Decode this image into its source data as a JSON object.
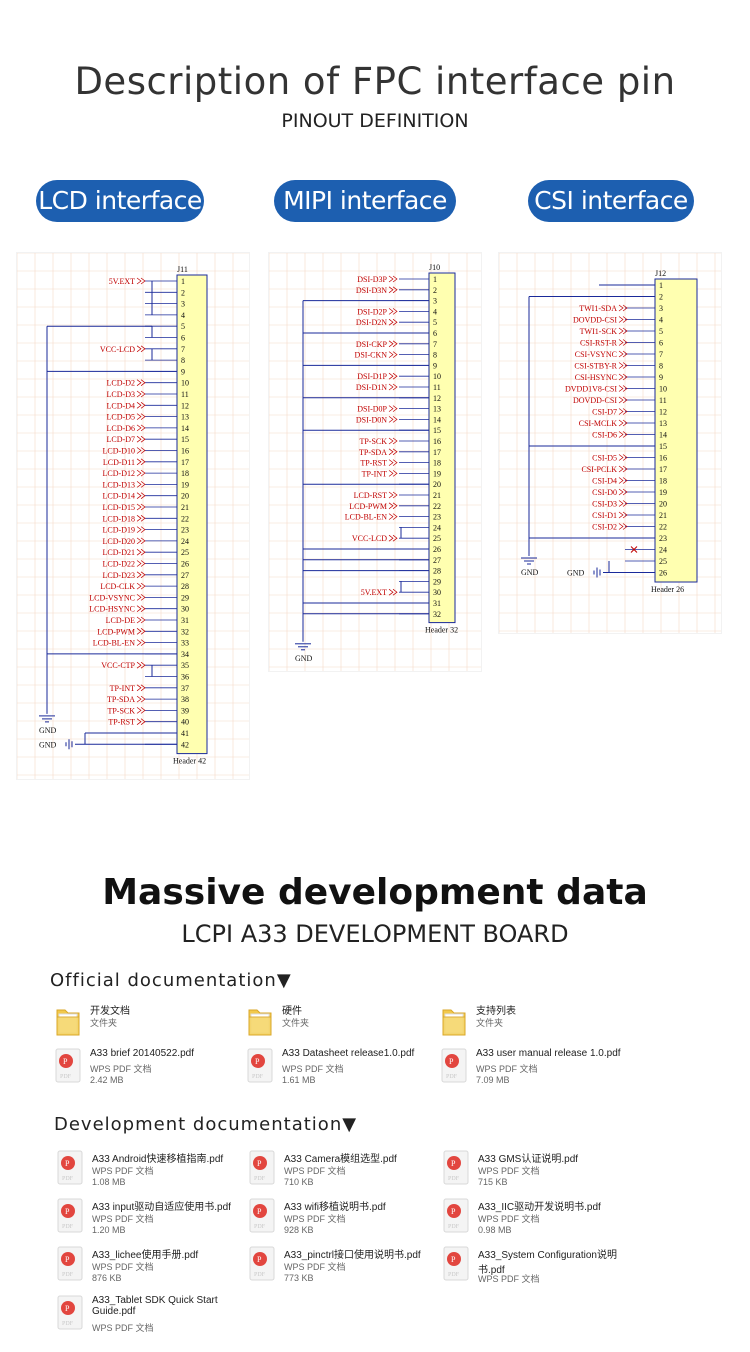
{
  "header": {
    "title": "Description of  FPC interface pin",
    "subtitle": "PINOUT DEFINITION"
  },
  "tabs": [
    {
      "label": "LCD interface"
    },
    {
      "label": "MIPI interface"
    },
    {
      "label": "CSI interface"
    }
  ],
  "schematics": {
    "lcd": {
      "ref": "J11",
      "footer": "Header 42",
      "gnd_label": "GND",
      "gnd_left_label": "GND",
      "nets": [
        "5V.EXT",
        "",
        "",
        "",
        "",
        "",
        "VCC-LCD",
        "",
        "",
        "LCD-D2",
        "LCD-D3",
        "LCD-D4",
        "LCD-D5",
        "LCD-D6",
        "LCD-D7",
        "LCD-D10",
        "LCD-D11",
        "LCD-D12",
        "LCD-D13",
        "LCD-D14",
        "LCD-D15",
        "LCD-D18",
        "LCD-D19",
        "LCD-D20",
        "LCD-D21",
        "LCD-D22",
        "LCD-D23",
        "LCD-CLK",
        "LCD-VSYNC",
        "LCD-HSYNC",
        "LCD-DE",
        "LCD-PWM",
        "LCD-BL-EN",
        "",
        "VCC-CTP",
        "",
        "TP-INT",
        "TP-SDA",
        "TP-SCK",
        "TP-RST",
        "",
        ""
      ]
    },
    "mipi": {
      "ref": "J10",
      "footer": "Header 32",
      "gnd_label": "GND",
      "nets": [
        "DSI-D3P",
        "DSI-D3N",
        "",
        "DSI-D2P",
        "DSI-D2N",
        "",
        "DSI-CKP",
        "DSI-CKN",
        "",
        "DSI-D1P",
        "DSI-D1N",
        "",
        "DSI-D0P",
        "DSI-D0N",
        "",
        "TP-SCK",
        "TP-SDA",
        "TP-RST",
        "TP-INT",
        "",
        "LCD-RST",
        "LCD-PWM",
        "LCD-BL-EN",
        "",
        "VCC-LCD",
        "",
        "",
        "",
        "",
        "5V.EXT",
        "",
        ""
      ]
    },
    "csi": {
      "ref": "J12",
      "footer": "Header 26",
      "gnd_label": "GND",
      "gnd_left_label": "GND",
      "nets": [
        "",
        "",
        "TWI1-SDA",
        "DOVDD-CSI",
        "TWI1-SCK",
        "CSI-RST-R",
        "CSI-VSYNC",
        "CSI-STBY-R",
        "CSI-HSYNC",
        "DVDD1V8-CSI",
        "DOVDD-CSI",
        "CSI-D7",
        "CSI-MCLK",
        "CSI-D6",
        "",
        "CSI-D5",
        "CSI-PCLK",
        "CSI-D4",
        "CSI-D0",
        "CSI-D3",
        "CSI-D1",
        "CSI-D2",
        "",
        "",
        "",
        ""
      ]
    }
  },
  "section2": {
    "title": "Massive development data",
    "subtitle": "LCPI A33 DEVELOPMENT BOARD"
  },
  "official_docs": {
    "heading": "Official documentation▼",
    "folders": [
      {
        "name": "开发文档",
        "type": "文件夹",
        "icon": "folder-icon"
      },
      {
        "name": "硬件",
        "type": "文件夹",
        "icon": "folder-icon"
      },
      {
        "name": "支持列表",
        "type": "文件夹",
        "icon": "folder-icon"
      }
    ],
    "files": [
      {
        "name": "A33 brief 20140522.pdf",
        "type": "WPS PDF 文档",
        "size": "2.42 MB",
        "icon": "pdf-icon"
      },
      {
        "name": "A33 Datasheet release1.0.pdf",
        "type": "WPS PDF 文档",
        "size": "1.61 MB",
        "icon": "pdf-icon"
      },
      {
        "name": "A33 user manual release 1.0.pdf",
        "type": "WPS PDF 文档",
        "size": "7.09 MB",
        "icon": "pdf-icon"
      }
    ]
  },
  "dev_docs": {
    "heading": "Development documentation▼",
    "files": [
      {
        "name": "A33 Android快速移植指南.pdf",
        "type": "WPS PDF 文档",
        "size": "1.08 MB",
        "icon": "pdf-icon"
      },
      {
        "name": "A33 Camera模组选型.pdf",
        "type": "WPS PDF 文档",
        "size": "710 KB",
        "icon": "pdf-icon"
      },
      {
        "name": "A33 GMS认证说明.pdf",
        "type": "WPS PDF 文档",
        "size": "715 KB",
        "icon": "pdf-icon"
      },
      {
        "name": "A33 input驱动自适应使用书.pdf",
        "type": "WPS PDF 文档",
        "size": "1.20 MB",
        "icon": "pdf-icon"
      },
      {
        "name": "A33 wifi移植说明书.pdf",
        "type": "WPS PDF 文档",
        "size": "928 KB",
        "icon": "pdf-icon"
      },
      {
        "name": "A33_IIC驱动开发说明书.pdf",
        "type": "WPS PDF 文档",
        "size": "0.98 MB",
        "icon": "pdf-icon"
      },
      {
        "name": "A33_lichee使用手册.pdf",
        "type": "WPS PDF 文档",
        "size": "876 KB",
        "icon": "pdf-icon"
      },
      {
        "name": "A33_pinctrl接口使用说明书.pdf",
        "type": "WPS PDF 文档",
        "size": "773 KB",
        "icon": "pdf-icon"
      },
      {
        "name": "A33_System Configuration说明",
        "name2": "书.pdf",
        "type": "WPS PDF 文档",
        "size": "",
        "icon": "pdf-icon"
      },
      {
        "name": "A33_Tablet SDK Quick Start",
        "name2": "Guide.pdf",
        "type": "WPS PDF 文档",
        "size": "",
        "icon": "pdf-icon"
      }
    ]
  },
  "colors": {
    "pill_bg": "#1d5fb0",
    "net_label": "#c00000",
    "wire": "#1a2a9a",
    "header_fill": "#ffffb0",
    "grid": "#f3d9c8"
  }
}
